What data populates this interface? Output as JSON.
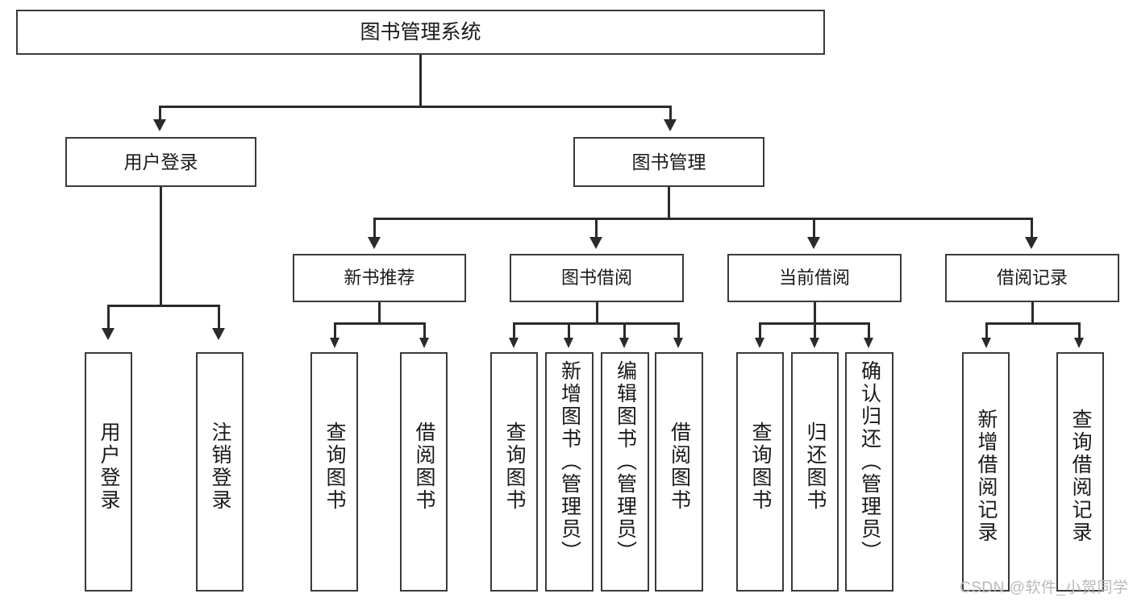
{
  "diagram": {
    "title": "图书管理系统",
    "type": "tree-hierarchy",
    "root": {
      "label": "图书管理系统"
    },
    "level1": [
      {
        "label": "用户登录"
      },
      {
        "label": "图书管理"
      }
    ],
    "level2": [
      {
        "label": "新书推荐"
      },
      {
        "label": "图书借阅"
      },
      {
        "label": "当前借阅"
      },
      {
        "label": "借阅记录"
      }
    ],
    "leaves": {
      "user_login": [
        {
          "label": "用户登录"
        },
        {
          "label": "注销登录"
        }
      ],
      "new_book_recommend": [
        {
          "label": "查询图书"
        },
        {
          "label": "借阅图书"
        }
      ],
      "book_borrow": [
        {
          "label": "查询图书"
        },
        {
          "label": "新增图书（管理员）"
        },
        {
          "label": "编辑图书（管理员）"
        },
        {
          "label": "借阅图书"
        }
      ],
      "current_borrow": [
        {
          "label": "查询图书"
        },
        {
          "label": "归还图书"
        },
        {
          "label": "确认归还（管理员）"
        }
      ],
      "borrow_record": [
        {
          "label": "新增借阅记录"
        },
        {
          "label": "查询借阅记录"
        }
      ]
    }
  },
  "watermark": {
    "text": "CSDN @软件_小贺同学"
  },
  "colors": {
    "box_border": "#3a3a3a",
    "connector": "#2b2b2b",
    "background": "#ffffff",
    "text": "#1a1a1a",
    "watermark": "#b9b9b9"
  }
}
